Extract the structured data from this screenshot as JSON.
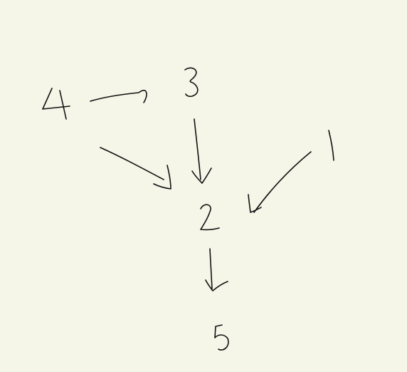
{
  "canvas": {
    "background": "#f5f5e8",
    "ink": "#111111"
  },
  "diagram": {
    "nodes": [
      {
        "id": "n1",
        "label": "1"
      },
      {
        "id": "n2",
        "label": "2"
      },
      {
        "id": "n3",
        "label": "3"
      },
      {
        "id": "n4",
        "label": "4"
      },
      {
        "id": "n5",
        "label": "5"
      }
    ],
    "edges": [
      {
        "from": "4",
        "to": "3"
      },
      {
        "from": "4",
        "to": "2"
      },
      {
        "from": "3",
        "to": "2"
      },
      {
        "from": "1",
        "to": "2"
      },
      {
        "from": "2",
        "to": "5"
      }
    ]
  }
}
